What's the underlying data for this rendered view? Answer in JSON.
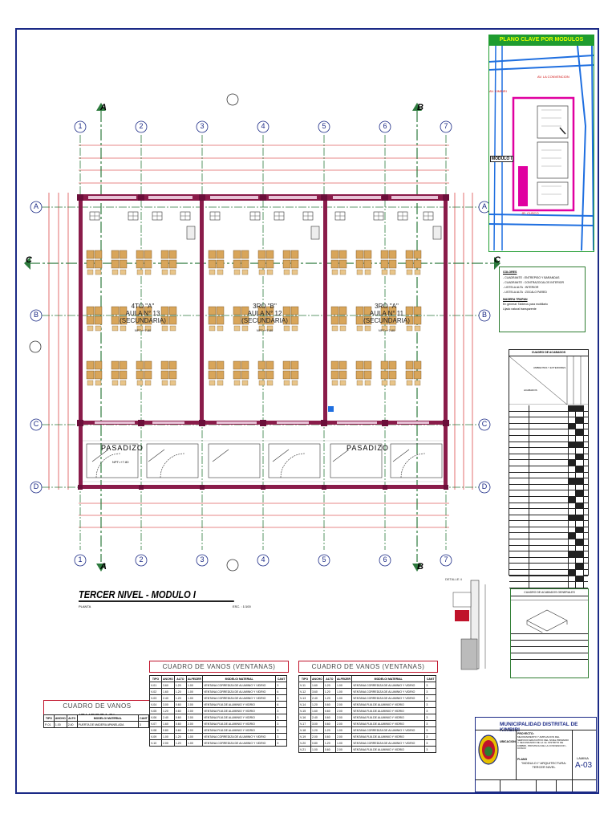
{
  "drawing": {
    "title": "TERCER NIVEL - MODULO I",
    "subtitle": "PLANTA",
    "scale": "ESC. : 1/100",
    "axes_numbers": [
      "1",
      "2",
      "3",
      "4",
      "5",
      "6",
      "7"
    ],
    "axes_letters": [
      "A",
      "B",
      "C",
      "D"
    ],
    "section_markers": [
      "A",
      "B",
      "C"
    ],
    "rooms": [
      {
        "grade": "4TO \"A\"",
        "aula": "AULA N° 13",
        "level": "(SECUNDARIA)",
        "npt": "NPT=+7.80"
      },
      {
        "grade": "3RO \"B\"",
        "aula": "AULA N° 12",
        "level": "(SECUNDARIA)",
        "npt": "NPT=+7.80"
      },
      {
        "grade": "3RO \"A\"",
        "aula": "AULA N° 11",
        "level": "(SECUNDARIA)",
        "npt": "NPT=+7.80"
      }
    ],
    "corridor_label": "PASADIZO",
    "corridor_npt": "NPT=+7.80"
  },
  "key_plan": {
    "title": "PLANO CLAVE POR MODULOS",
    "module_label": "MODULO I"
  },
  "legend": {
    "title": "COLORES",
    "items": [
      "- CUADRANTE : ENTREPISO Y BARANDAS",
      "- CUADRANTE : CONTRAZOCALOS INTERIOR",
      "- LISTELA ALTA : INTERIOR",
      "- LISTELA ALTA : ZOCALO PARED",
      "MADERA TRUPAN",
      "En general: Tableros para mobiliario",
      "Lijado natural transparente"
    ]
  },
  "finishes_table": {
    "title": "CUADRO DE ACABADOS",
    "header_left": "AMBIENTES Y EXTERIORES",
    "header_row": "ACABADOS",
    "rows": 30
  },
  "general_finishes": {
    "title": "CUADRO DE ACABADOS GENERALES"
  },
  "doors_table": {
    "title": "CUADRO DE VANOS (PUERTAS)",
    "headers": [
      "TIPO",
      "ANCHO",
      "ALTO",
      "MODELO/ MATERIAL",
      "CANT"
    ],
    "rows": [
      [
        "P-01",
        "1.00",
        "2.40",
        "PUERTA DE MADERA APANELADA",
        "3"
      ]
    ]
  },
  "windows_table_1": {
    "title": "CUADRO DE VANOS (VENTANAS)",
    "headers": [
      "TIPO",
      "ANCHO",
      "ALTO",
      "ALFEIZER",
      "MODELO/ MATERIAL",
      "CANT"
    ],
    "rows": [
      [
        "V-01",
        "3.60",
        "1.20",
        "1.00",
        "VENTANA CORREDIZA DE ALUMINIO Y VIDRIO",
        "3"
      ],
      [
        "V-02",
        "1.60",
        "1.20",
        "1.00",
        "VENTANA CORREDIZA DE ALUMINIO Y VIDRIO",
        "6"
      ],
      [
        "V-03",
        "2.40",
        "1.20",
        "1.00",
        "VENTANA CORREDIZA DE ALUMINIO Y VIDRIO",
        "3"
      ],
      [
        "V-04",
        "3.00",
        "0.60",
        "2.00",
        "VENTANA FIJA DE ALUMINIO Y VIDRIO",
        "6"
      ],
      [
        "V-05",
        "1.20",
        "0.60",
        "2.00",
        "VENTANA FIJA DE ALUMINIO Y VIDRIO",
        "3"
      ],
      [
        "V-06",
        "2.40",
        "0.60",
        "2.00",
        "VENTANA FIJA DE ALUMINIO Y VIDRIO",
        "3"
      ],
      [
        "V-07",
        "1.60",
        "0.60",
        "2.00",
        "VENTANA FIJA DE ALUMINIO Y VIDRIO",
        "3"
      ],
      [
        "V-08",
        "0.80",
        "0.60",
        "2.00",
        "VENTANA FIJA DE ALUMINIO Y VIDRIO",
        "3"
      ],
      [
        "V-09",
        "1.00",
        "1.20",
        "1.00",
        "VENTANA CORREDIZA DE ALUMINIO Y VIDRIO",
        "3"
      ],
      [
        "V-10",
        "2.00",
        "1.20",
        "1.00",
        "VENTANA CORREDIZA DE ALUMINIO Y VIDRIO",
        "3"
      ]
    ]
  },
  "windows_table_2": {
    "title": "CUADRO DE VANOS (VENTANAS)",
    "headers": [
      "TIPO",
      "ANCHO",
      "ALTO",
      "ALFEIZER",
      "MODELO/ MATERIAL",
      "CANT"
    ],
    "rows": [
      [
        "V-11",
        "1.60",
        "1.20",
        "1.00",
        "VENTANA CORREDIZA DE ALUMINIO Y VIDRIO",
        "3"
      ],
      [
        "V-12",
        "3.60",
        "1.20",
        "1.00",
        "VENTANA CORREDIZA DE ALUMINIO Y VIDRIO",
        "3"
      ],
      [
        "V-13",
        "2.40",
        "1.20",
        "1.00",
        "VENTANA CORREDIZA DE ALUMINIO Y VIDRIO",
        "3"
      ],
      [
        "V-14",
        "1.20",
        "0.60",
        "2.00",
        "VENTANA FIJA DE ALUMINIO Y VIDRIO",
        "3"
      ],
      [
        "V-15",
        "1.60",
        "0.60",
        "2.00",
        "VENTANA FIJA DE ALUMINIO Y VIDRIO",
        "3"
      ],
      [
        "V-16",
        "2.40",
        "0.60",
        "2.00",
        "VENTANA FIJA DE ALUMINIO Y VIDRIO",
        "3"
      ],
      [
        "V-17",
        "3.00",
        "0.60",
        "2.00",
        "VENTANA FIJA DE ALUMINIO Y VIDRIO",
        "3"
      ],
      [
        "V-18",
        "1.20",
        "1.20",
        "1.00",
        "VENTANA CORREDIZA DE ALUMINIO Y VIDRIO",
        "3"
      ],
      [
        "V-19",
        "2.00",
        "0.60",
        "2.00",
        "VENTANA FIJA DE ALUMINIO Y VIDRIO",
        "3"
      ],
      [
        "V-20",
        "0.80",
        "1.20",
        "1.00",
        "VENTANA CORREDIZA DE ALUMINIO Y VIDRIO",
        "3"
      ],
      [
        "V-21",
        "1.00",
        "0.60",
        "2.00",
        "VENTANA FIJA DE ALUMINIO Y VIDRIO",
        "3"
      ]
    ]
  },
  "title_block": {
    "entity": "MUNICIPALIDAD DISTRITAL DE KIMBIRI",
    "project_label": "PROYECTO:",
    "project": "MEJORAMIENTO Y AMPLIACION DEL SERVICIO EDUCATIVO DEL NIVEL PRIMARIO Y SECUNDARIO DE LA I.E. DISTRITO DE KIMBIRI, PROVINCIA DE LA CONVENCION - CUSCO",
    "location_label": "UBICACION",
    "plan_label": "PLANO",
    "plan": "\"MODULO I\" ARQUITECTURA: TERCER NIVEL",
    "sheet_label": "LAMINA",
    "sheet": "A-03"
  },
  "colors": {
    "frame": "#1b2a86",
    "walls": "#8a1c4a",
    "axis": "#2d7a3d",
    "dims": "#d01010",
    "desks": "#d8a55a",
    "green_box": "#2e7d32",
    "key_plan_green": "#1f9c2f",
    "key_plan_magenta": "#e000a0"
  }
}
